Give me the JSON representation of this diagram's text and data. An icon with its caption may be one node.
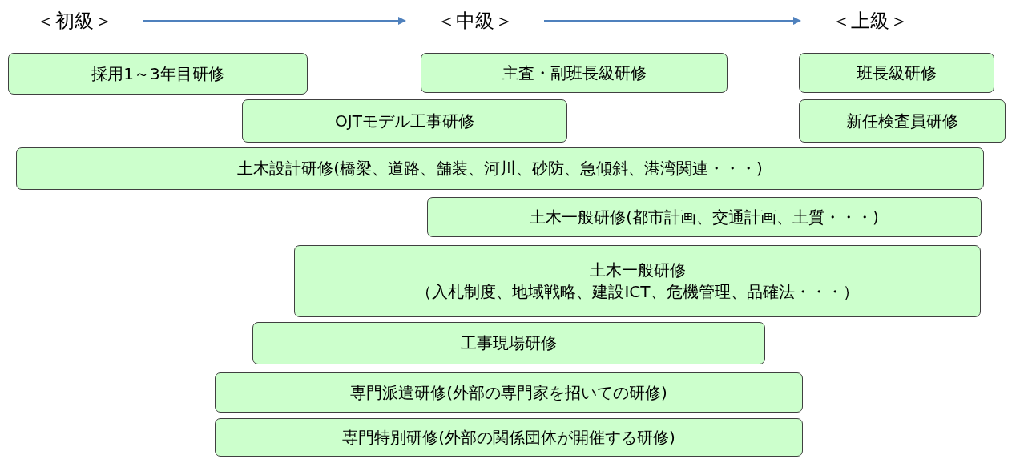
{
  "diagram": {
    "nodes": [
      {
        "text": [
          "＜初級＞"
        ]
      },
      {
        "text": [
          "＜中級＞"
        ]
      },
      {
        "text": [
          "＜上級＞"
        ]
      },
      {
        "text": [
          "採用1～3年目研修"
        ]
      },
      {
        "text": [
          "主査・副班長級研修"
        ]
      },
      {
        "text": [
          "班長級研修"
        ]
      },
      {
        "text": [
          "OJTモデル工事研修"
        ]
      },
      {
        "text": [
          "新任検査員研修"
        ]
      },
      {
        "text": [
          "土木設計研修(橋梁、道路、舗装、河川、砂防、急傾斜、港湾関連・・・)"
        ]
      },
      {
        "text": [
          "土木一般研修(都市計画、交通計画、土質・・・)"
        ]
      },
      {
        "text": [
          "土木一般研修",
          "（入札制度、地域戦略、建設ICT、危機管理、品確法・・・）"
        ]
      },
      {
        "text": [
          "工事現場研修"
        ]
      },
      {
        "text": [
          "専門派遣研修(外部の専門家を招いての研修)"
        ]
      },
      {
        "text": [
          "専門特別研修(外部の関係団体が開催する研修)"
        ]
      }
    ],
    "edges": [
      {
        "from": 0,
        "to": 1,
        "arrow": "to"
      },
      {
        "from": 1,
        "to": 2,
        "arrow": "to"
      }
    ]
  }
}
